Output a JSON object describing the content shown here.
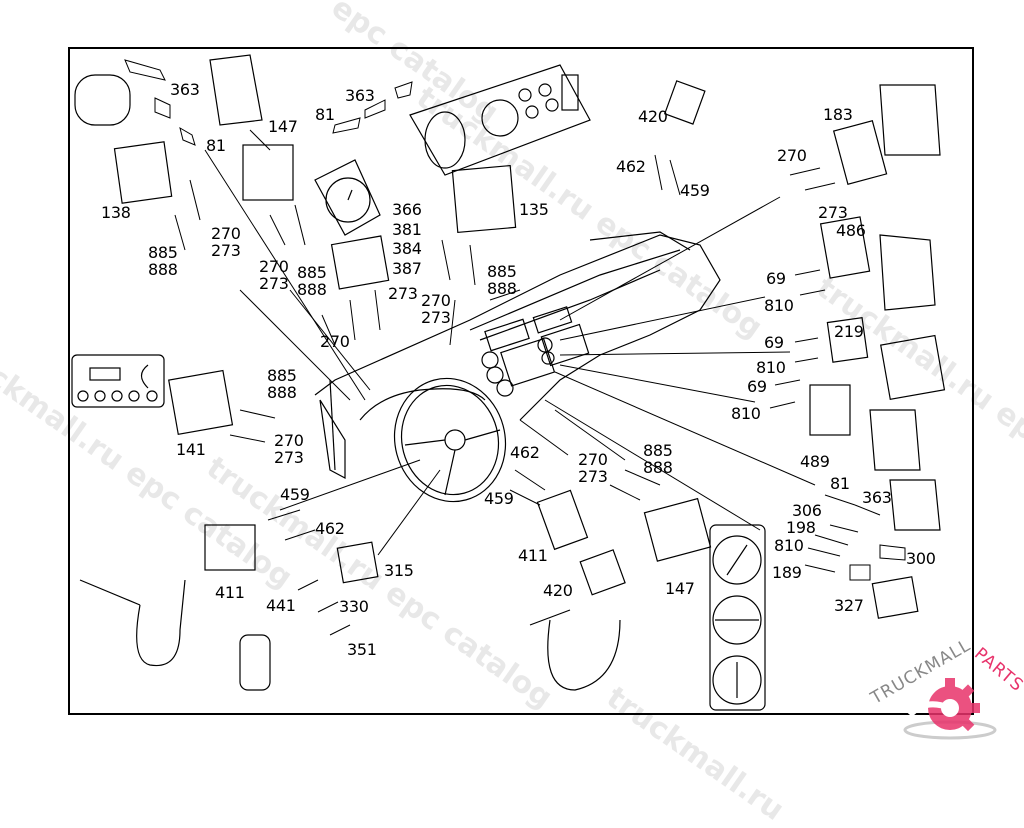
{
  "diagram": {
    "title": "Instrument panel electrical connectors and terminals",
    "frame_color": "#000000",
    "labels": [
      {
        "id": "363-a",
        "text": "363"
      },
      {
        "id": "147-a",
        "text": "147"
      },
      {
        "id": "81-a",
        "text": "81"
      },
      {
        "id": "81-b",
        "text": "81"
      },
      {
        "id": "363-b",
        "text": "363"
      },
      {
        "id": "138",
        "text": "138"
      },
      {
        "id": "270-273-a",
        "text": "270\n273"
      },
      {
        "id": "885-888-a",
        "text": "885\n888"
      },
      {
        "id": "270-273-b",
        "text": "270\n273"
      },
      {
        "id": "885-888-b",
        "text": "885\n888"
      },
      {
        "id": "366-387",
        "text": "366\n381\n384\n387"
      },
      {
        "id": "135",
        "text": "135"
      },
      {
        "id": "885-888-c",
        "text": "885\n888"
      },
      {
        "id": "273-a",
        "text": "273"
      },
      {
        "id": "270-273-c",
        "text": "270\n273"
      },
      {
        "id": "270-a",
        "text": "270"
      },
      {
        "id": "420-a",
        "text": "420"
      },
      {
        "id": "462-a",
        "text": "462"
      },
      {
        "id": "459-a",
        "text": "459"
      },
      {
        "id": "183",
        "text": "183"
      },
      {
        "id": "270-b",
        "text": "270"
      },
      {
        "id": "273-b",
        "text": "273"
      },
      {
        "id": "486",
        "text": "486"
      },
      {
        "id": "69-a",
        "text": "69"
      },
      {
        "id": "810-a",
        "text": "810"
      },
      {
        "id": "219",
        "text": "219"
      },
      {
        "id": "69-b",
        "text": "69"
      },
      {
        "id": "810-b",
        "text": "810"
      },
      {
        "id": "69-c",
        "text": "69"
      },
      {
        "id": "810-c",
        "text": "810"
      },
      {
        "id": "489",
        "text": "489"
      },
      {
        "id": "885-888-d",
        "text": "885\n888"
      },
      {
        "id": "141",
        "text": "141"
      },
      {
        "id": "270-273-d",
        "text": "270\n273"
      },
      {
        "id": "462-b",
        "text": "462"
      },
      {
        "id": "459-b",
        "text": "459"
      },
      {
        "id": "270-273-e",
        "text": "270\n273"
      },
      {
        "id": "885-888-e",
        "text": "885\n888"
      },
      {
        "id": "81-c",
        "text": "81"
      },
      {
        "id": "363-c",
        "text": "363"
      },
      {
        "id": "306",
        "text": "306"
      },
      {
        "id": "198",
        "text": "198"
      },
      {
        "id": "810-d",
        "text": "810"
      },
      {
        "id": "189",
        "text": "189"
      },
      {
        "id": "300",
        "text": "300"
      },
      {
        "id": "327",
        "text": "327"
      },
      {
        "id": "459-c",
        "text": "459"
      },
      {
        "id": "462-c",
        "text": "462"
      },
      {
        "id": "315",
        "text": "315"
      },
      {
        "id": "411-a",
        "text": "411"
      },
      {
        "id": "441",
        "text": "441"
      },
      {
        "id": "330",
        "text": "330"
      },
      {
        "id": "351",
        "text": "351"
      },
      {
        "id": "411-b",
        "text": "411"
      },
      {
        "id": "420-b",
        "text": "420"
      },
      {
        "id": "147-b",
        "text": "147"
      }
    ]
  },
  "watermarks": {
    "text_catalog": "epc catalog",
    "text_site": "truckmall.ru",
    "text_full": "truckmall.ru epc catalog"
  },
  "logo": {
    "text_part1": "TRUCKMALL",
    "text_part2": "PARTS",
    "accent_color": "#e8336b",
    "gray_color": "#888888"
  }
}
